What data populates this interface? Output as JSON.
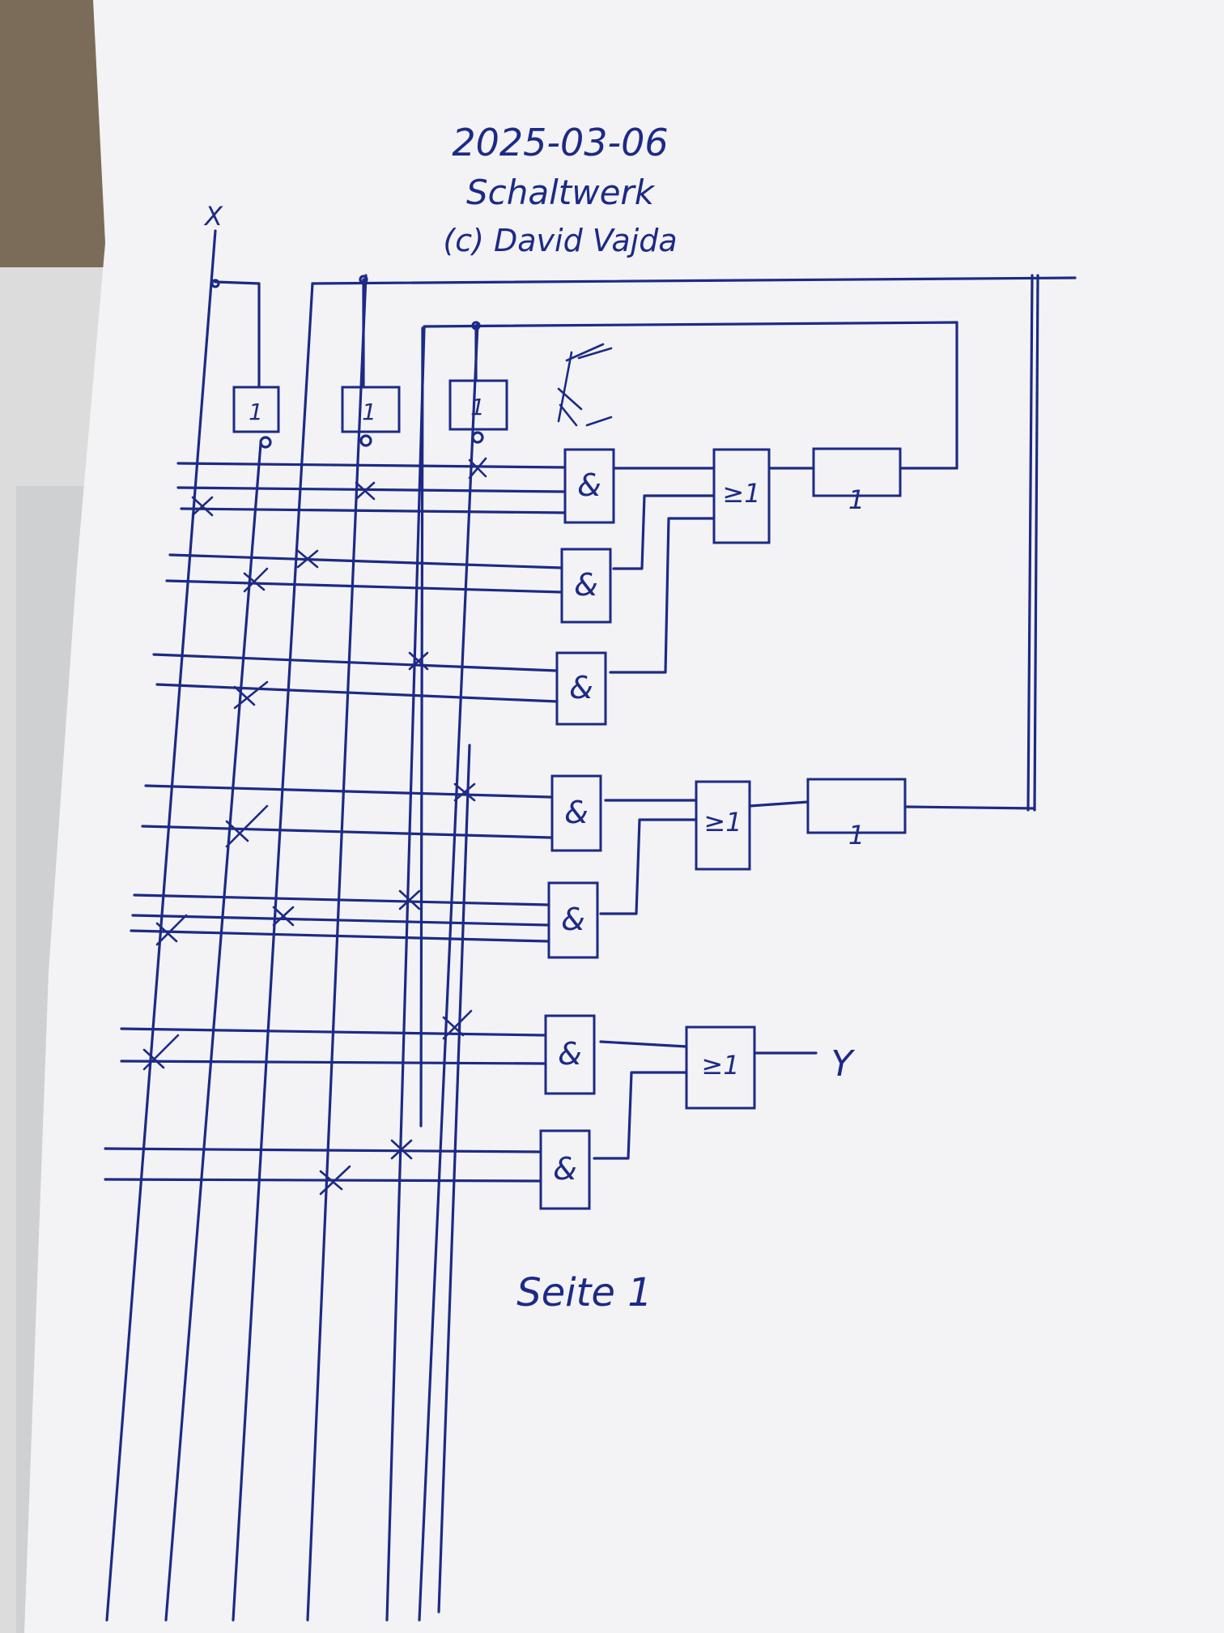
{
  "header": {
    "date": "2025-03-06",
    "title": "Schaltwerk",
    "author": "(c) David Vajda"
  },
  "signals": {
    "input_x": "X",
    "output_y": "Y"
  },
  "gates": {
    "not_label": "1",
    "and_label": "&",
    "or_label": "≥1",
    "flipflop_label": "1"
  },
  "footer": {
    "page": "Seite 1"
  },
  "colors": {
    "ink": "#1d2a85",
    "paper": "#f4f4f6"
  }
}
